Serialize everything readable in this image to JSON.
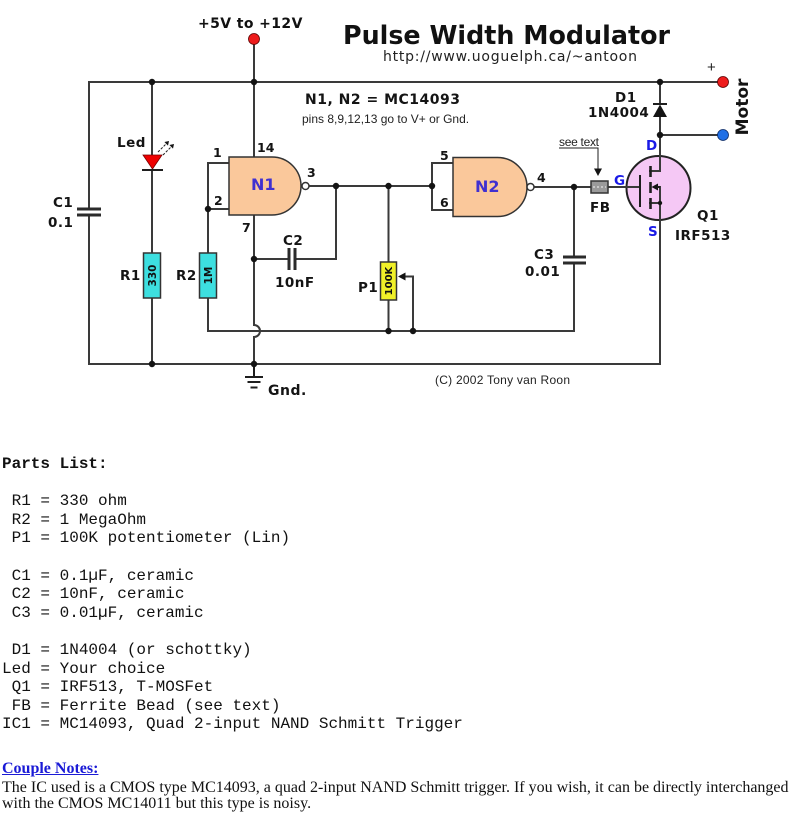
{
  "schematic": {
    "title": "Pulse Width Modulator",
    "url": "http://www.uoguelph.ca/~antoon",
    "copyright": "(C) 2002 Tony van Roon",
    "supply_label": "+5V to +12V",
    "ic_note": "N1, N2 = MC14093",
    "ic_pins_note": "pins 8,9,12,13 go to V+ or Gnd.",
    "ground_label": "Gnd.",
    "see_text_label": "see text",
    "motor": {
      "label": "Motor",
      "plus_label": "+"
    },
    "gates": {
      "n1": {
        "name": "N1",
        "pin_in_a": "1",
        "pin_in_b": "2",
        "pin_out": "3",
        "pin_vdd": "14",
        "pin_vss": "7"
      },
      "n2": {
        "name": "N2",
        "pin_in_a": "5",
        "pin_in_b": "6",
        "pin_out": "4"
      }
    },
    "components": {
      "c1": {
        "ref": "C1",
        "value": "0.1"
      },
      "c2": {
        "ref": "C2",
        "value": "10nF"
      },
      "c3": {
        "ref": "C3",
        "value": "0.01"
      },
      "r1": {
        "ref": "R1",
        "value": "330"
      },
      "r2": {
        "ref": "R2",
        "value": "1M"
      },
      "p1": {
        "ref": "P1",
        "value": "100K"
      },
      "led": {
        "ref": "Led"
      },
      "d1": {
        "ref": "D1",
        "value": "1N4004"
      },
      "fb": {
        "ref": "FB"
      },
      "q1": {
        "ref": "Q1",
        "value": "IRF513",
        "drain": "D",
        "gate": "G",
        "source": "S"
      }
    },
    "colors": {
      "wire": "#3a3a3a",
      "gate_fill": "#fac89b",
      "gate_label": "#4030d0",
      "resistor_fill": "#3ddfe0",
      "pot_fill": "#f0f028",
      "led": "#ee0000",
      "mosfet_fill": "#f5c8f5",
      "mosfet_pin_label": "#1a1ae6",
      "ferrite_bead": "#9a9a9a",
      "terminal_positive": "#ee1c1c",
      "terminal_negative": "#1f6fe6"
    }
  },
  "parts_list": {
    "heading": "Parts List:",
    "separator": " = ",
    "groups": [
      {
        "items": [
          {
            "ref": "R1",
            "value": "330 ohm"
          },
          {
            "ref": "R2",
            "value": "1 MegaOhm"
          },
          {
            "ref": "P1",
            "value": "100K potentiometer (Lin)"
          }
        ]
      },
      {
        "items": [
          {
            "ref": "C1",
            "value": "0.1µF, ceramic"
          },
          {
            "ref": "C2",
            "value": "10nF, ceramic"
          },
          {
            "ref": "C3",
            "value": "0.01µF, ceramic"
          }
        ]
      },
      {
        "items": [
          {
            "ref": "D1",
            "value": "1N4004 (or schottky)"
          },
          {
            "ref": "Led",
            "value": "Your choice"
          },
          {
            "ref": "Q1",
            "value": "IRF513, T-MOSFet"
          },
          {
            "ref": "FB",
            "value": "Ferrite Bead (see text)"
          },
          {
            "ref": "IC1",
            "value": "MC14093, Quad 2-input NAND Schmitt Trigger"
          }
        ]
      }
    ]
  },
  "notes": {
    "heading": "Couple Notes:",
    "link_color": "#1a1ad6",
    "text": "The IC used is a CMOS type MC14093, a quad 2-input NAND Schmitt trigger. If you wish, it can be directly interchanged with the CMOS MC14011 but this type is noisy."
  }
}
